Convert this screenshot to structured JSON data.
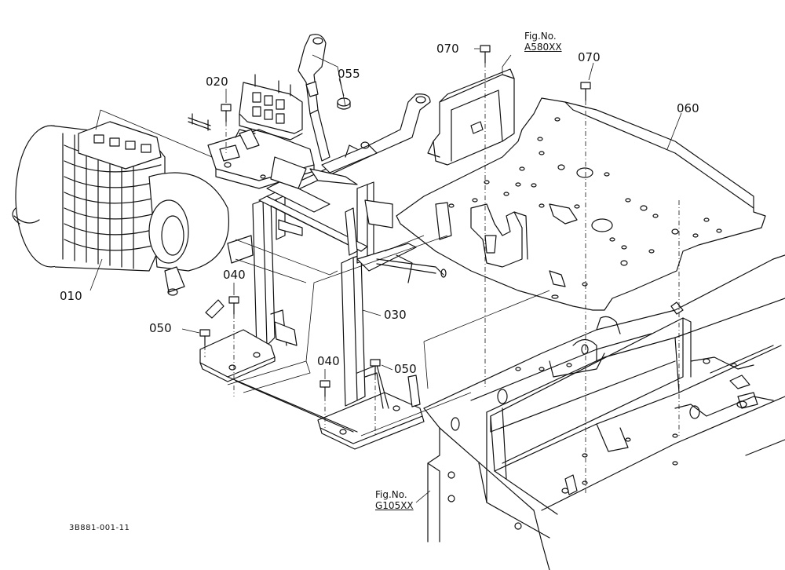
{
  "labels": {
    "p010": "010",
    "p020": "020",
    "p030": "030",
    "p040a": "040",
    "p040b": "040",
    "p050a": "050",
    "p050b": "050",
    "p055": "055",
    "p060": "060",
    "p070a": "070",
    "p070b": "070"
  },
  "refs": {
    "top": {
      "title": "Fig.No.",
      "code": "A580XX"
    },
    "bottom": {
      "title": "Fig.No.",
      "code": "G105XX"
    }
  },
  "drawing_code": "3B881-001-11"
}
